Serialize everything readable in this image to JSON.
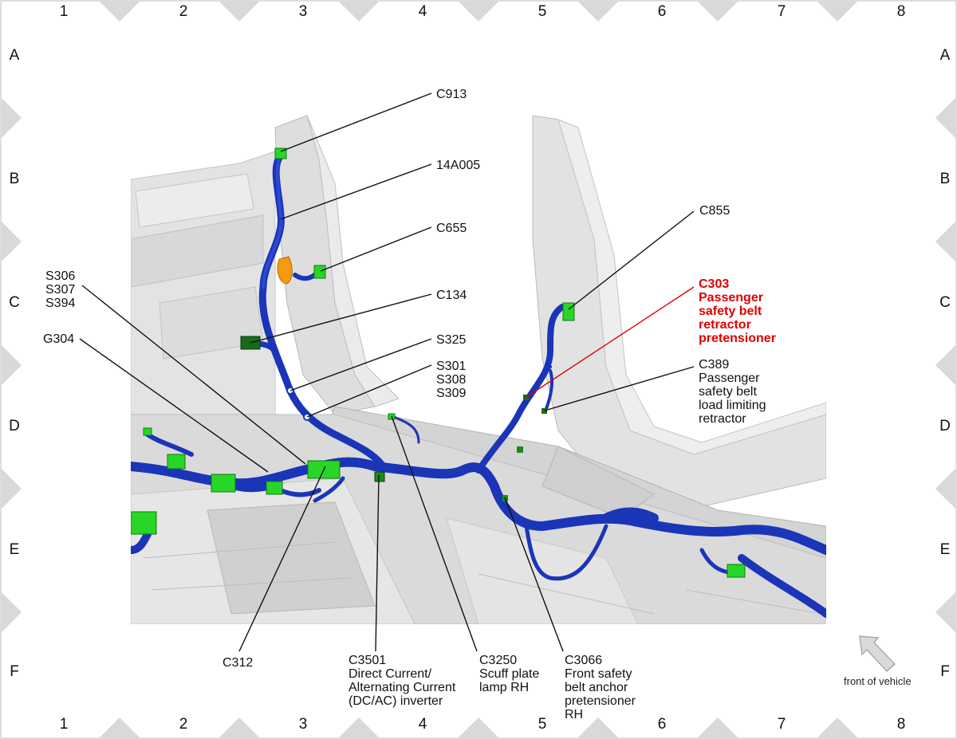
{
  "diagram": {
    "border": {
      "columns": [
        "1",
        "2",
        "3",
        "4",
        "5",
        "6",
        "7",
        "8"
      ],
      "rows": [
        "A",
        "B",
        "C",
        "D",
        "E",
        "F"
      ]
    },
    "callouts": [
      {
        "id": "c913",
        "lines": [
          "C913"
        ]
      },
      {
        "id": "14a005",
        "lines": [
          "14A005"
        ]
      },
      {
        "id": "c655",
        "lines": [
          "C655"
        ]
      },
      {
        "id": "s306",
        "lines": [
          "S306",
          "S307",
          "S394"
        ]
      },
      {
        "id": "c134",
        "lines": [
          "C134"
        ]
      },
      {
        "id": "g304",
        "lines": [
          "G304"
        ]
      },
      {
        "id": "s325",
        "lines": [
          "S325"
        ]
      },
      {
        "id": "s301",
        "lines": [
          "S301",
          "S308",
          "S309"
        ]
      },
      {
        "id": "c855",
        "lines": [
          "C855"
        ]
      },
      {
        "id": "c303",
        "lines": [
          "C303",
          "Passenger",
          "safety belt",
          "retractor",
          "pretensioner"
        ],
        "highlight": true
      },
      {
        "id": "c389",
        "lines": [
          "C389",
          "Passenger",
          "safety belt",
          "load limiting",
          "retractor"
        ]
      },
      {
        "id": "c312",
        "lines": [
          "C312"
        ]
      },
      {
        "id": "c3501",
        "lines": [
          "C3501",
          "Direct Current/",
          "Alternating Current",
          "(DC/AC) inverter"
        ]
      },
      {
        "id": "c3250",
        "lines": [
          "C3250",
          "Scuff plate",
          "lamp RH"
        ]
      },
      {
        "id": "c3066",
        "lines": [
          "C3066",
          "Front safety",
          "belt anchor",
          "pretensioner",
          "RH"
        ]
      }
    ],
    "front_indicator": {
      "label": "front of vehicle",
      "icon": "front-arrow-icon"
    },
    "colors": {
      "harness": "#1a35b8",
      "connector": "#27d626",
      "highlight_text": "#e00000",
      "orange_part": "#f39a12",
      "body_panel": "#d6d6d6",
      "border_triangles": "#d9d9d9"
    }
  }
}
